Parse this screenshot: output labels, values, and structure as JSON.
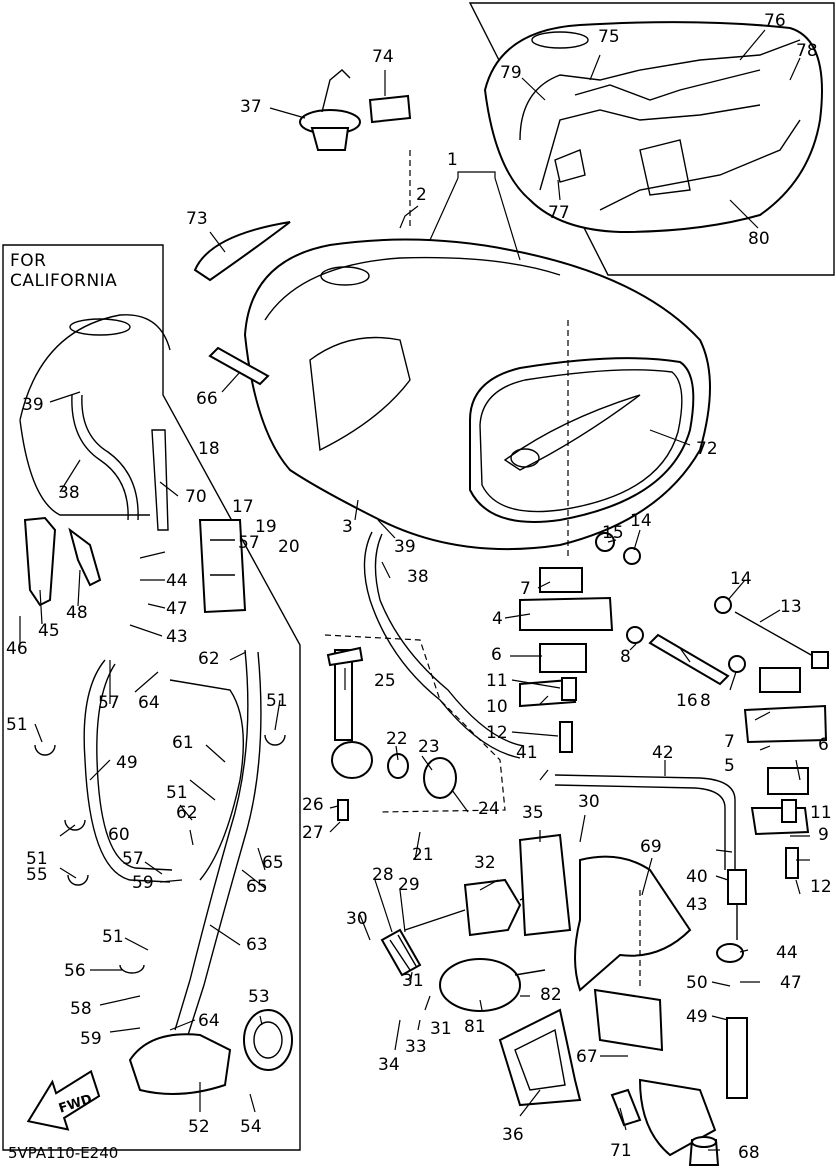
{
  "diagram": {
    "california_label_line1": "FOR",
    "california_label_line2": "CALIFORNIA",
    "drawing_code": "5VPA110-E240",
    "fwd_label": "FWD",
    "labels": [
      {
        "id": "p1",
        "text": "1"
      },
      {
        "id": "p2",
        "text": "2"
      },
      {
        "id": "p3",
        "text": "3"
      },
      {
        "id": "p4",
        "text": "4"
      },
      {
        "id": "p5",
        "text": "5"
      },
      {
        "id": "p6a",
        "text": "6"
      },
      {
        "id": "p6b",
        "text": "6"
      },
      {
        "id": "p7a",
        "text": "7"
      },
      {
        "id": "p7b",
        "text": "7"
      },
      {
        "id": "p8a",
        "text": "8"
      },
      {
        "id": "p8b",
        "text": "8"
      },
      {
        "id": "p9",
        "text": "9"
      },
      {
        "id": "p10",
        "text": "10"
      },
      {
        "id": "p11a",
        "text": "11"
      },
      {
        "id": "p11b",
        "text": "11"
      },
      {
        "id": "p12a",
        "text": "12"
      },
      {
        "id": "p12b",
        "text": "12"
      },
      {
        "id": "p13",
        "text": "13"
      },
      {
        "id": "p14a",
        "text": "14"
      },
      {
        "id": "p14b",
        "text": "14"
      },
      {
        "id": "p15",
        "text": "15"
      },
      {
        "id": "p16",
        "text": "16"
      },
      {
        "id": "p17",
        "text": "17"
      },
      {
        "id": "p18",
        "text": "18"
      },
      {
        "id": "p19",
        "text": "19"
      },
      {
        "id": "p20",
        "text": "20"
      },
      {
        "id": "p21",
        "text": "21"
      },
      {
        "id": "p22",
        "text": "22"
      },
      {
        "id": "p23",
        "text": "23"
      },
      {
        "id": "p24",
        "text": "24"
      },
      {
        "id": "p25",
        "text": "25"
      },
      {
        "id": "p26",
        "text": "26"
      },
      {
        "id": "p27",
        "text": "27"
      },
      {
        "id": "p28",
        "text": "28"
      },
      {
        "id": "p29",
        "text": "29"
      },
      {
        "id": "p30a",
        "text": "30"
      },
      {
        "id": "p30b",
        "text": "30"
      },
      {
        "id": "p31a",
        "text": "31"
      },
      {
        "id": "p31b",
        "text": "31"
      },
      {
        "id": "p32",
        "text": "32"
      },
      {
        "id": "p33",
        "text": "33"
      },
      {
        "id": "p34",
        "text": "34"
      },
      {
        "id": "p35",
        "text": "35"
      },
      {
        "id": "p36",
        "text": "36"
      },
      {
        "id": "p37",
        "text": "37"
      },
      {
        "id": "p38a",
        "text": "38"
      },
      {
        "id": "p38b",
        "text": "38"
      },
      {
        "id": "p39a",
        "text": "39"
      },
      {
        "id": "p39b",
        "text": "39"
      },
      {
        "id": "p40",
        "text": "40"
      },
      {
        "id": "p41",
        "text": "41"
      },
      {
        "id": "p42",
        "text": "42"
      },
      {
        "id": "p43a",
        "text": "43"
      },
      {
        "id": "p43b",
        "text": "43"
      },
      {
        "id": "p44a",
        "text": "44"
      },
      {
        "id": "p44b",
        "text": "44"
      },
      {
        "id": "p45",
        "text": "45"
      },
      {
        "id": "p46",
        "text": "46"
      },
      {
        "id": "p47a",
        "text": "47"
      },
      {
        "id": "p47b",
        "text": "47"
      },
      {
        "id": "p48",
        "text": "48"
      },
      {
        "id": "p49a",
        "text": "49"
      },
      {
        "id": "p49b",
        "text": "49"
      },
      {
        "id": "p50",
        "text": "50"
      },
      {
        "id": "p51a",
        "text": "51"
      },
      {
        "id": "p51b",
        "text": "51"
      },
      {
        "id": "p51c",
        "text": "51"
      },
      {
        "id": "p51d",
        "text": "51"
      },
      {
        "id": "p51e",
        "text": "51"
      },
      {
        "id": "p52",
        "text": "52"
      },
      {
        "id": "p53",
        "text": "53"
      },
      {
        "id": "p54",
        "text": "54"
      },
      {
        "id": "p55",
        "text": "55"
      },
      {
        "id": "p56",
        "text": "56"
      },
      {
        "id": "p57a",
        "text": "57"
      },
      {
        "id": "p57b",
        "text": "57"
      },
      {
        "id": "p57c",
        "text": "57"
      },
      {
        "id": "p58",
        "text": "58"
      },
      {
        "id": "p59a",
        "text": "59"
      },
      {
        "id": "p59b",
        "text": "59"
      },
      {
        "id": "p60",
        "text": "60"
      },
      {
        "id": "p61",
        "text": "61"
      },
      {
        "id": "p62a",
        "text": "62"
      },
      {
        "id": "p62b",
        "text": "62"
      },
      {
        "id": "p63",
        "text": "63"
      },
      {
        "id": "p64a",
        "text": "64"
      },
      {
        "id": "p64b",
        "text": "64"
      },
      {
        "id": "p65a",
        "text": "65"
      },
      {
        "id": "p65b",
        "text": "65"
      },
      {
        "id": "p66",
        "text": "66"
      },
      {
        "id": "p67",
        "text": "67"
      },
      {
        "id": "p68",
        "text": "68"
      },
      {
        "id": "p69",
        "text": "69"
      },
      {
        "id": "p70",
        "text": "70"
      },
      {
        "id": "p71",
        "text": "71"
      },
      {
        "id": "p72",
        "text": "72"
      },
      {
        "id": "p73",
        "text": "73"
      },
      {
        "id": "p74",
        "text": "74"
      },
      {
        "id": "p75",
        "text": "75"
      },
      {
        "id": "p76",
        "text": "76"
      },
      {
        "id": "p77",
        "text": "77"
      },
      {
        "id": "p78",
        "text": "78"
      },
      {
        "id": "p79",
        "text": "79"
      },
      {
        "id": "p80",
        "text": "80"
      },
      {
        "id": "p81",
        "text": "81"
      },
      {
        "id": "p82",
        "text": "82"
      }
    ]
  }
}
